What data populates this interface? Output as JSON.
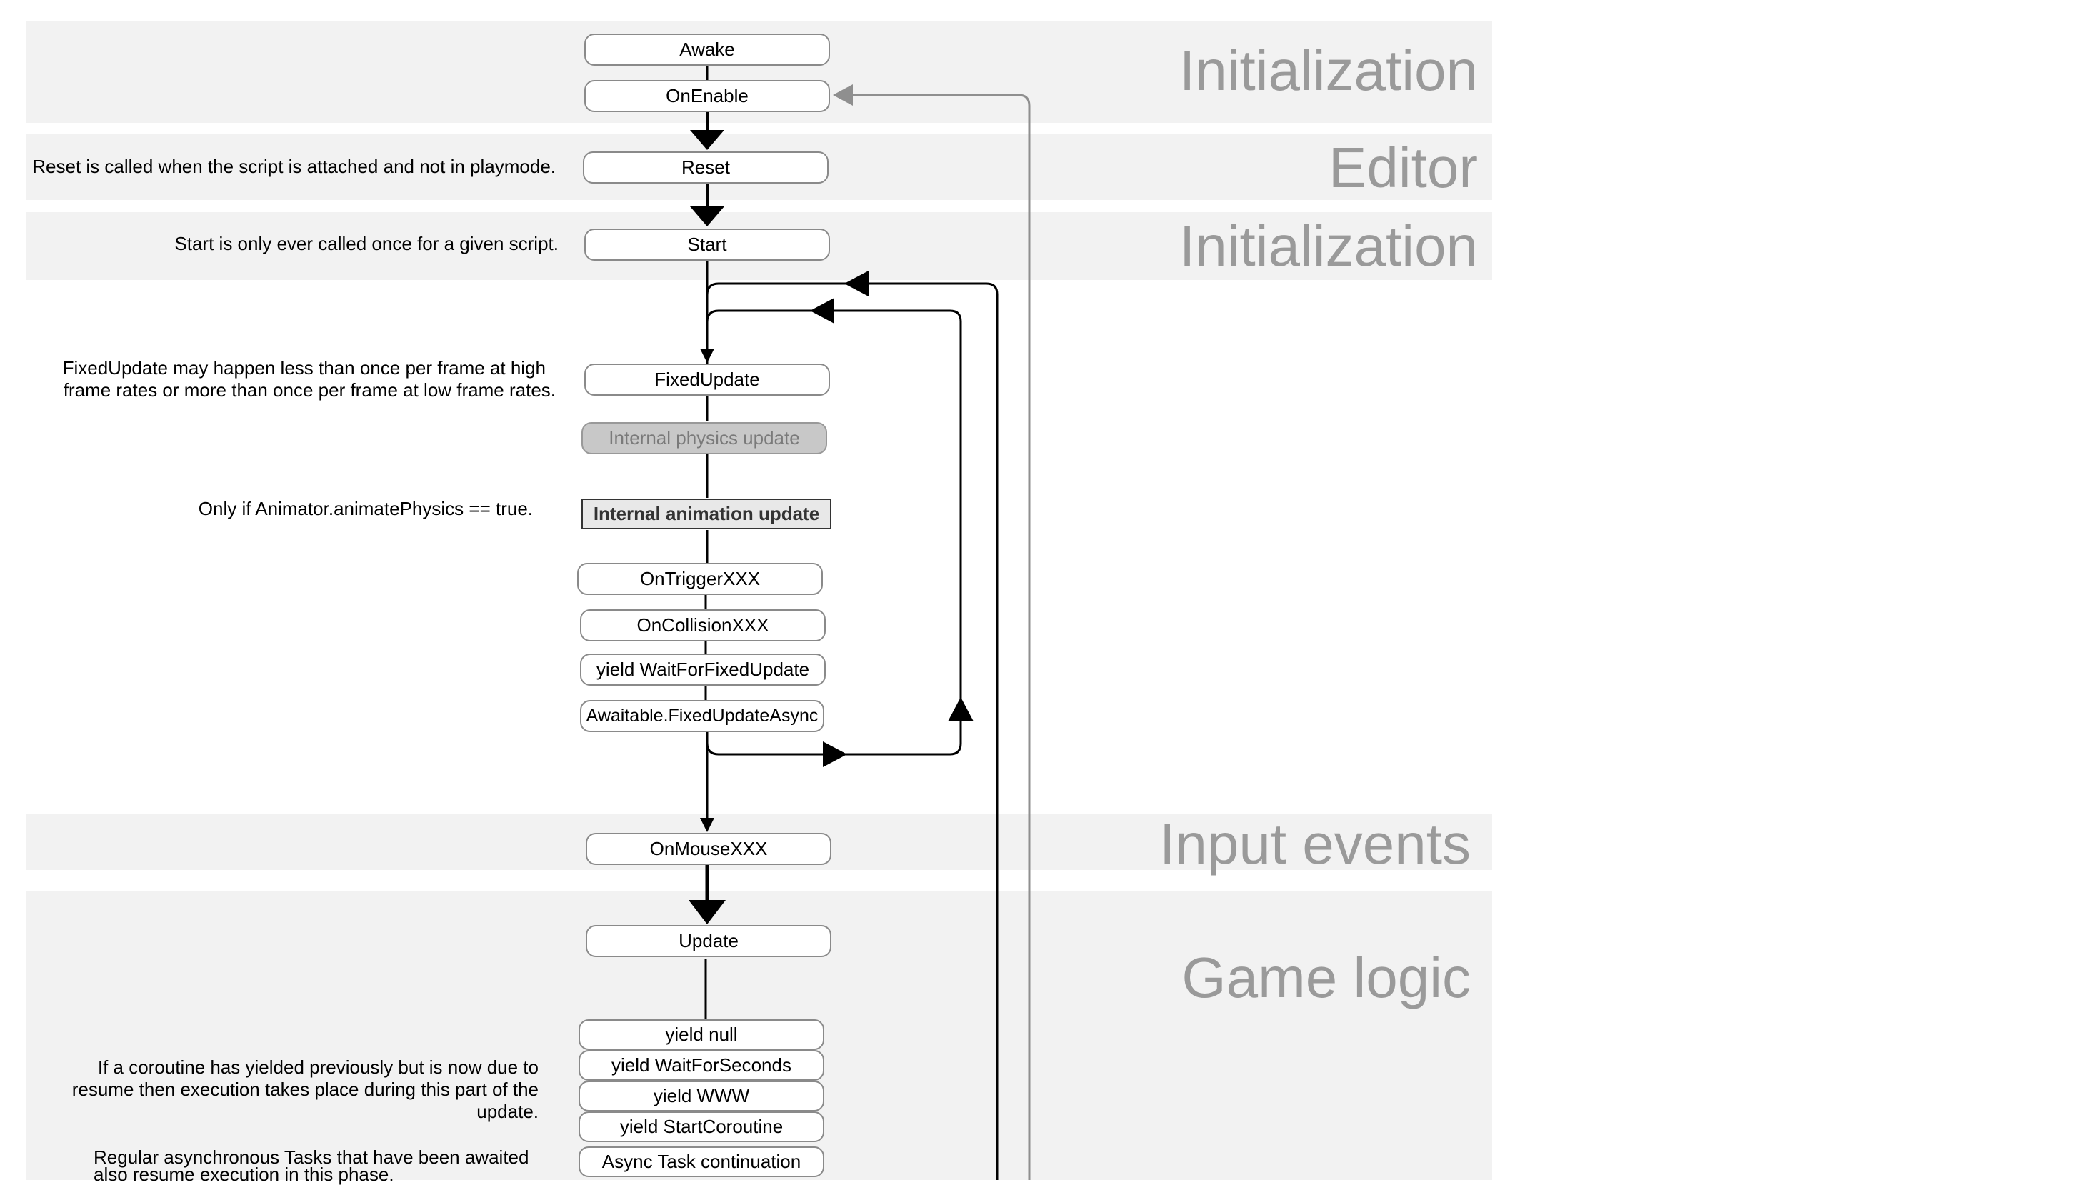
{
  "bands": [
    {
      "id": "init1",
      "label": "Initialization"
    },
    {
      "id": "editor",
      "label": "Editor"
    },
    {
      "id": "init2",
      "label": "Initialization"
    },
    {
      "id": "input",
      "label": "Input events"
    },
    {
      "id": "game",
      "label": "Game logic"
    }
  ],
  "nodes": {
    "awake": "Awake",
    "onenable": "OnEnable",
    "reset": "Reset",
    "start": "Start",
    "fixedupdate": "FixedUpdate",
    "physics": "Internal physics update",
    "animation": "Internal animation update",
    "ontrigger": "OnTriggerXXX",
    "oncollision": "OnCollisionXXX",
    "yield_fixed": "yield WaitForFixedUpdate",
    "awaitable_fixed": "Awaitable.FixedUpdateAsync",
    "onmouse": "OnMouseXXX",
    "update": "Update",
    "yield_null": "yield null",
    "yield_seconds": "yield WaitForSeconds",
    "yield_www": "yield WWW",
    "yield_coroutine": "yield StartCoroutine",
    "async_task": "Async Task continuation"
  },
  "notes": {
    "reset": "Reset is called when the script is attached and not in playmode.",
    "start": "Start is only ever called once for a given script.",
    "fixedupdate_line1": "FixedUpdate may happen less than once per frame at high",
    "fixedupdate_line2": "frame rates or more than once per frame at low frame rates.",
    "animation": "Only if Animator.animatePhysics == true.",
    "coroutine_line1": "If a coroutine has yielded previously but is now due to",
    "coroutine_line2": "resume then execution takes place during this part of the",
    "coroutine_line3": "update.",
    "async_line1": "Regular asynchronous Tasks that have been awaited",
    "async_line2": "also resume execution in this phase."
  },
  "colors": {
    "band_bg": "#f2f2f2",
    "band_label": "#9a9a9a",
    "node_border": "#8a8a8a",
    "physics_fill": "#c8c8c8",
    "animation_fill": "#e8e8e8",
    "wire_black": "#000000",
    "wire_gray": "#8f8f8f"
  }
}
